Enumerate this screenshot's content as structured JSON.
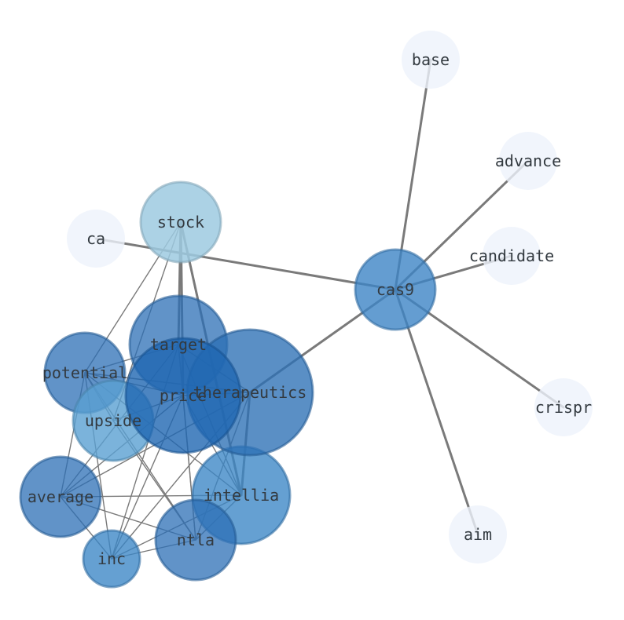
{
  "graph": {
    "nodes": [
      {
        "id": "base",
        "label": "base",
        "color": "#eef3fb",
        "opacity": 0.8
      },
      {
        "id": "advance",
        "label": "advance",
        "color": "#eef3fb",
        "opacity": 0.8
      },
      {
        "id": "candidate",
        "label": "candidate",
        "color": "#eef3fb",
        "opacity": 0.8
      },
      {
        "id": "crispr",
        "label": "crispr",
        "color": "#eef3fb",
        "opacity": 0.8
      },
      {
        "id": "aim",
        "label": "aim",
        "color": "#eef3fb",
        "opacity": 0.8
      },
      {
        "id": "ca",
        "label": "ca",
        "color": "#eef3fb",
        "opacity": 0.8
      },
      {
        "id": "stock",
        "label": "stock",
        "color": "#9ecae1",
        "opacity": 0.85
      },
      {
        "id": "cas9",
        "label": "cas9",
        "color": "#3d85c6",
        "opacity": 0.8
      },
      {
        "id": "target",
        "label": "target",
        "color": "#2c6fb5",
        "opacity": 0.75
      },
      {
        "id": "potential",
        "label": "potential",
        "color": "#2c6fb5",
        "opacity": 0.75
      },
      {
        "id": "upside",
        "label": "upside",
        "color": "#5aa0d2",
        "opacity": 0.8
      },
      {
        "id": "price",
        "label": "price",
        "color": "#1f67b1",
        "opacity": 0.8
      },
      {
        "id": "therapeutics",
        "label": "therapeutics",
        "color": "#2c6fb5",
        "opacity": 0.78
      },
      {
        "id": "average",
        "label": "average",
        "color": "#2c6fb5",
        "opacity": 0.75
      },
      {
        "id": "intellia",
        "label": "intellia",
        "color": "#3a85c5",
        "opacity": 0.78
      },
      {
        "id": "ntla",
        "label": "ntla",
        "color": "#2c6fb5",
        "opacity": 0.75
      },
      {
        "id": "inc",
        "label": "inc",
        "color": "#3a85c5",
        "opacity": 0.78
      }
    ],
    "edges": [
      {
        "source": "cas9",
        "target": "base",
        "weight": 2
      },
      {
        "source": "cas9",
        "target": "advance",
        "weight": 2
      },
      {
        "source": "cas9",
        "target": "candidate",
        "weight": 2
      },
      {
        "source": "cas9",
        "target": "crispr",
        "weight": 2
      },
      {
        "source": "cas9",
        "target": "aim",
        "weight": 2
      },
      {
        "source": "cas9",
        "target": "ca",
        "weight": 2
      },
      {
        "source": "cas9",
        "target": "therapeutics",
        "weight": 2
      },
      {
        "source": "stock",
        "target": "target",
        "weight": 2
      },
      {
        "source": "stock",
        "target": "price",
        "weight": 2
      },
      {
        "source": "stock",
        "target": "intellia",
        "weight": 2
      },
      {
        "source": "stock",
        "target": "potential",
        "weight": 1
      },
      {
        "source": "stock",
        "target": "upside",
        "weight": 1
      },
      {
        "source": "target",
        "target": "price",
        "weight": 1
      },
      {
        "source": "target",
        "target": "potential",
        "weight": 1
      },
      {
        "source": "target",
        "target": "therapeutics",
        "weight": 1
      },
      {
        "source": "target",
        "target": "intellia",
        "weight": 1
      },
      {
        "source": "target",
        "target": "ntla",
        "weight": 1
      },
      {
        "source": "target",
        "target": "average",
        "weight": 1
      },
      {
        "source": "target",
        "target": "inc",
        "weight": 1
      },
      {
        "source": "potential",
        "target": "price",
        "weight": 1
      },
      {
        "source": "potential",
        "target": "upside",
        "weight": 1
      },
      {
        "source": "potential",
        "target": "therapeutics",
        "weight": 1
      },
      {
        "source": "potential",
        "target": "average",
        "weight": 1
      },
      {
        "source": "potential",
        "target": "inc",
        "weight": 1
      },
      {
        "source": "potential",
        "target": "ntla",
        "weight": 1
      },
      {
        "source": "potential",
        "target": "intellia",
        "weight": 1
      },
      {
        "source": "price",
        "target": "therapeutics",
        "weight": 1
      },
      {
        "source": "price",
        "target": "upside",
        "weight": 1
      },
      {
        "source": "price",
        "target": "average",
        "weight": 1
      },
      {
        "source": "price",
        "target": "intellia",
        "weight": 1
      },
      {
        "source": "price",
        "target": "ntla",
        "weight": 1
      },
      {
        "source": "price",
        "target": "inc",
        "weight": 1
      },
      {
        "source": "therapeutics",
        "target": "intellia",
        "weight": 2
      },
      {
        "source": "therapeutics",
        "target": "average",
        "weight": 1
      },
      {
        "source": "therapeutics",
        "target": "ntla",
        "weight": 1
      },
      {
        "source": "therapeutics",
        "target": "inc",
        "weight": 1
      },
      {
        "source": "average",
        "target": "intellia",
        "weight": 1
      },
      {
        "source": "average",
        "target": "ntla",
        "weight": 1
      },
      {
        "source": "average",
        "target": "inc",
        "weight": 1
      },
      {
        "source": "upside",
        "target": "ntla",
        "weight": 1
      },
      {
        "source": "intellia",
        "target": "inc",
        "weight": 1
      },
      {
        "source": "intellia",
        "target": "ntla",
        "weight": 1
      },
      {
        "source": "ntla",
        "target": "inc",
        "weight": 1
      }
    ]
  }
}
